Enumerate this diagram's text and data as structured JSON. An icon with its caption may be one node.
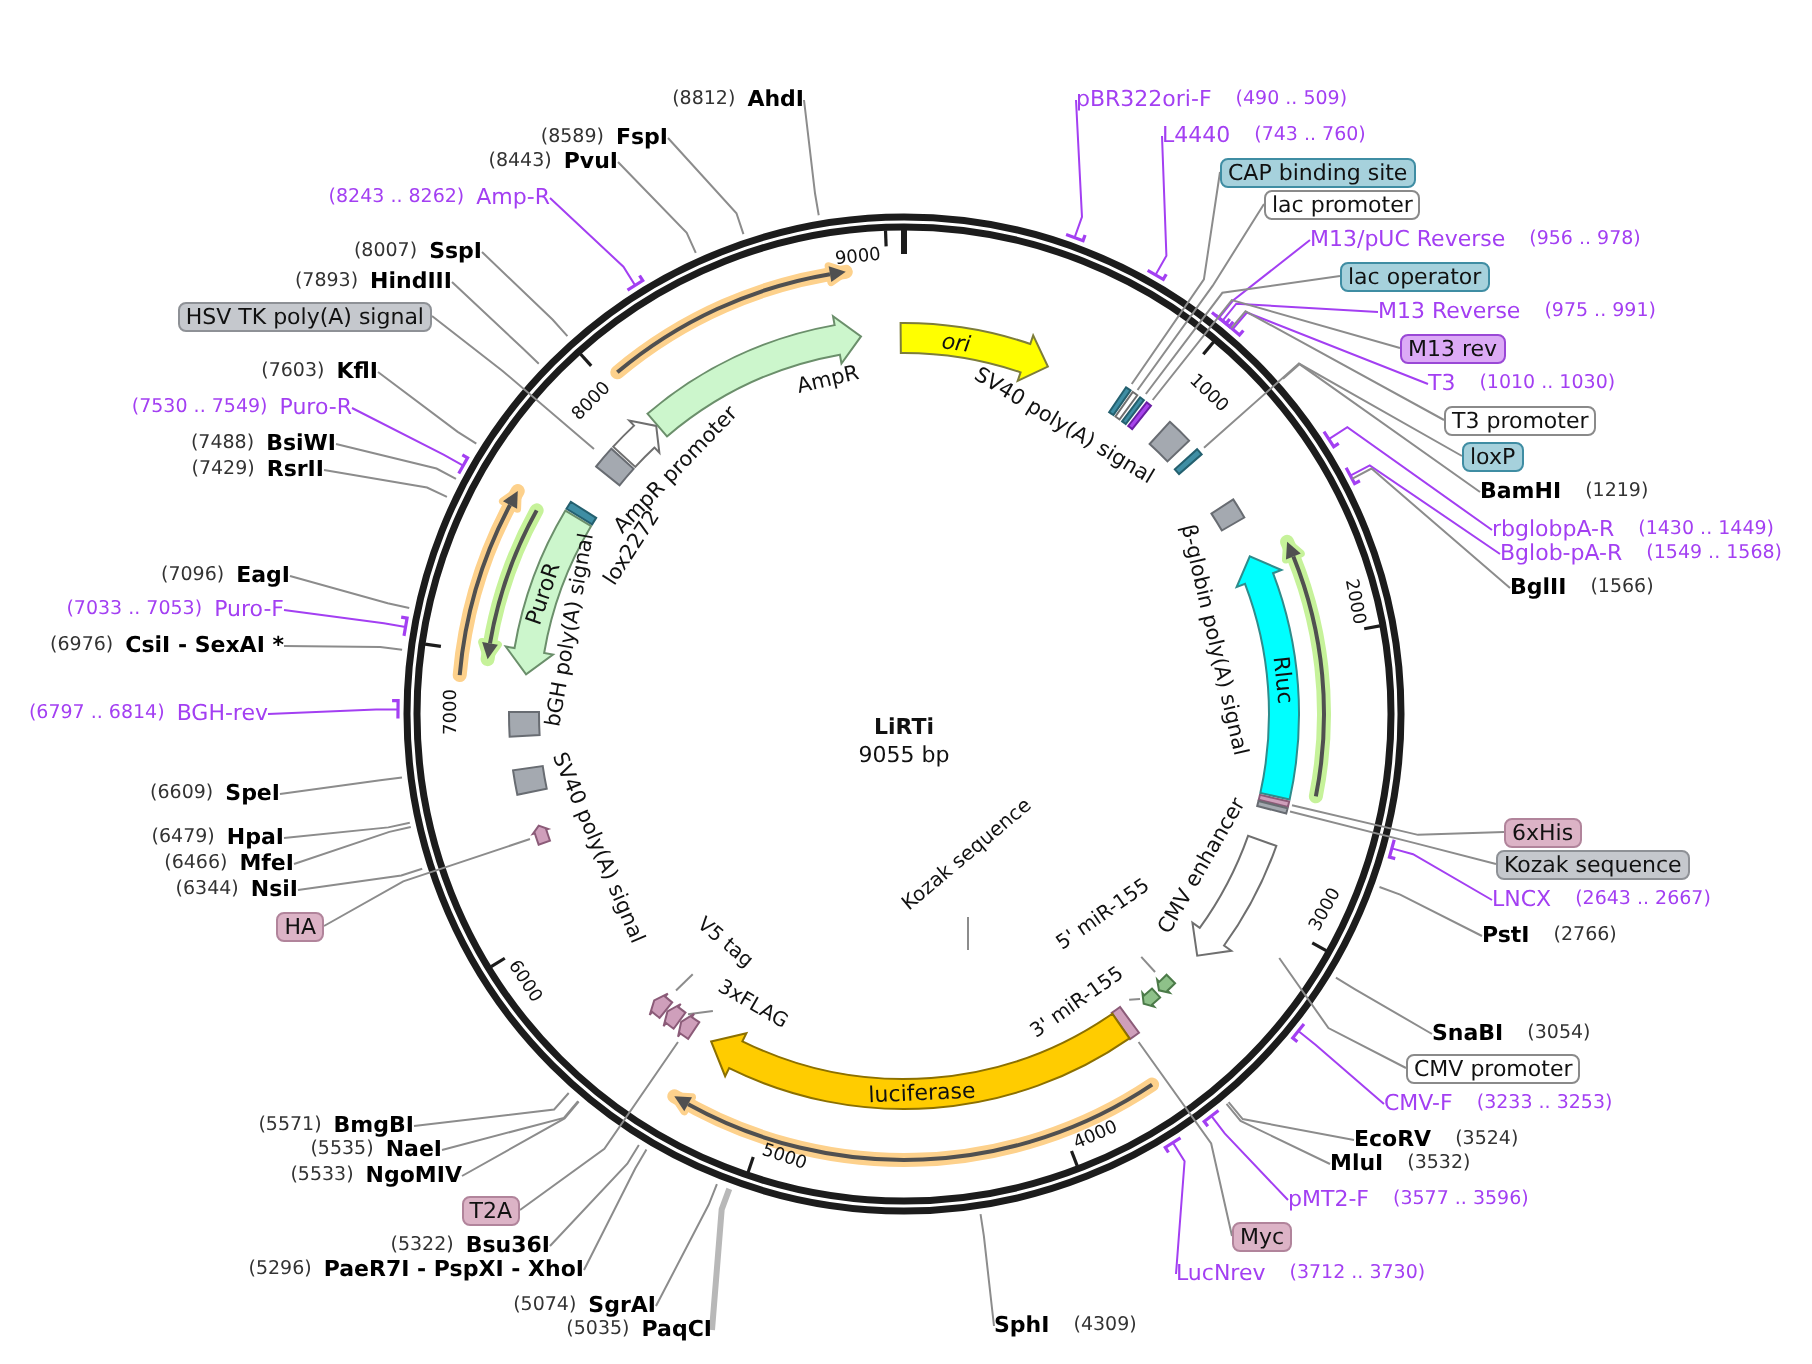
{
  "diagram": {
    "title": "LiRTi",
    "nodes": [
      {
        "text": [
          "pBR322ori-F",
          "(490 .. 509)"
        ]
      },
      {
        "text": [
          "L4440",
          "(743 .. 760)"
        ]
      },
      {
        "text": [
          "CAP binding site"
        ]
      },
      {
        "text": [
          "lac promoter"
        ]
      },
      {
        "text": [
          "M13/pUC Reverse",
          "(956 .. 978)"
        ]
      },
      {
        "text": [
          "lac operator"
        ]
      },
      {
        "text": [
          "M13 Reverse",
          "(975 .. 991)"
        ]
      },
      {
        "text": [
          "M13 rev"
        ]
      },
      {
        "text": [
          "T3",
          "(1010 .. 1030)"
        ]
      },
      {
        "text": [
          "T3 promoter"
        ]
      },
      {
        "text": [
          "loxP"
        ]
      },
      {
        "text": [
          "BamHI",
          "(1219)"
        ]
      },
      {
        "text": [
          "rbglobpA-R",
          "(1430 .. 1449)"
        ]
      },
      {
        "text": [
          "Bglob-pA-R",
          "(1549 .. 1568)"
        ]
      },
      {
        "text": [
          "BglII",
          "(1566)"
        ]
      },
      {
        "text": [
          "6xHis"
        ]
      },
      {
        "text": [
          "Kozak sequence"
        ]
      },
      {
        "text": [
          "LNCX",
          "(2643 .. 2667)"
        ]
      },
      {
        "text": [
          "PstI",
          "(2766)"
        ]
      },
      {
        "text": [
          "SnaBI",
          "(3054)"
        ]
      },
      {
        "text": [
          "CMV promoter"
        ]
      },
      {
        "text": [
          "CMV-F",
          "(3233 .. 3253)"
        ]
      },
      {
        "text": [
          "EcoRV",
          "(3524)"
        ]
      },
      {
        "text": [
          "MluI",
          "(3532)"
        ]
      },
      {
        "text": [
          "pMT2-F",
          "(3577 .. 3596)"
        ]
      },
      {
        "text": [
          "Myc"
        ]
      },
      {
        "text": [
          "LucNrev",
          "(3712 .. 3730)"
        ]
      },
      {
        "text": [
          "SphI",
          "(4309)"
        ]
      },
      {
        "text": [
          "(5035)",
          "PaqCI"
        ]
      },
      {
        "text": [
          "(5074)",
          "SgrAI"
        ]
      },
      {
        "text": [
          "(5296)",
          "PaeR7I - PspXI - XhoI"
        ]
      },
      {
        "text": [
          "(5322)",
          "Bsu36I"
        ]
      },
      {
        "text": [
          "T2A"
        ]
      },
      {
        "text": [
          "(5533)",
          "NgoMIV"
        ]
      },
      {
        "text": [
          "(5535)",
          "NaeI"
        ]
      },
      {
        "text": [
          "(5571)",
          "BmgBI"
        ]
      },
      {
        "text": [
          "HA"
        ]
      },
      {
        "text": [
          "(6344)",
          "NsiI"
        ]
      },
      {
        "text": [
          "(6466)",
          "MfeI"
        ]
      },
      {
        "text": [
          "(6479)",
          "HpaI"
        ]
      },
      {
        "text": [
          "(6609)",
          "SpeI"
        ]
      },
      {
        "text": [
          "(6797 .. 6814)",
          "BGH-rev"
        ]
      },
      {
        "text": [
          "(6976)",
          "CsiI - SexAI *"
        ]
      },
      {
        "text": [
          "(7033 .. 7053)",
          "Puro-F"
        ]
      },
      {
        "text": [
          "(7096)",
          "EagI"
        ]
      },
      {
        "text": [
          "(7429)",
          "RsrII"
        ]
      },
      {
        "text": [
          "(7488)",
          "BsiWI"
        ]
      },
      {
        "text": [
          "(7530 .. 7549)",
          "Puro-R"
        ]
      },
      {
        "text": [
          "(7603)",
          "KflI"
        ]
      },
      {
        "text": [
          "HSV TK poly(A) signal"
        ]
      },
      {
        "text": [
          "(7893)",
          "HindIII"
        ]
      },
      {
        "text": [
          "(8007)",
          "SspI"
        ]
      },
      {
        "text": [
          "(8243 .. 8262)",
          "Amp-R"
        ]
      },
      {
        "text": [
          "(8443)",
          "PvuI"
        ]
      },
      {
        "text": [
          "(8589)",
          "FspI"
        ]
      },
      {
        "text": [
          "(8812)",
          "AhdI"
        ]
      },
      {
        "text": [
          "ori"
        ]
      },
      {
        "text": [],
        "shape": "bar"
      },
      {
        "text": [],
        "shape": "bar"
      },
      {
        "text": [],
        "shape": "bar"
      },
      {
        "text": [],
        "shape": "bar"
      },
      {
        "text": [],
        "shape": "box",
        "beside": [
          "SV40 poly(A) signal"
        ]
      },
      {
        "text": [],
        "shape": "bar"
      },
      {
        "text": [],
        "shape": "box",
        "beside": [
          "β-globin poly(A) signal"
        ]
      },
      {
        "text": [
          "Rluc"
        ]
      },
      {
        "text": [],
        "shape": "bar"
      },
      {
        "text": [],
        "shape": "bar"
      },
      {
        "text": [],
        "shape": "arrow",
        "beside": [
          "CMV enhancer"
        ]
      },
      {
        "text": [],
        "shape": "arrow"
      },
      {
        "text": [],
        "shape": "arrow"
      },
      {
        "text": [],
        "shape": "bar"
      },
      {
        "text": [
          "luciferase"
        ]
      },
      {
        "text": [],
        "shape": "arrow"
      },
      {
        "text": [],
        "shape": "arrow"
      },
      {
        "text": [],
        "shape": "arrow"
      },
      {
        "text": [],
        "shape": "arrow"
      },
      {
        "text": [],
        "shape": "box",
        "beside": [
          "SV40 poly(A) signal"
        ]
      },
      {
        "text": [],
        "shape": "box",
        "beside": [
          "bGH poly(A) signal"
        ]
      },
      {
        "text": [
          "PuroR"
        ]
      },
      {
        "text": [],
        "shape": "bar",
        "beside": [
          "lox2272"
        ]
      },
      {
        "text": [],
        "shape": "box"
      },
      {
        "text": [],
        "shape": "arrow",
        "beside": [
          "AmpR promoter"
        ]
      },
      {
        "text": [],
        "shape": "arrow",
        "beside": [
          "AmpR"
        ]
      },
      {
        "text": [
          "Kozak sequence"
        ]
      },
      {
        "text": [
          "5' miR-155"
        ]
      },
      {
        "text": [
          "3' miR-155"
        ]
      },
      {
        "text": [
          "3xFLAG"
        ]
      },
      {
        "text": [
          "V5 tag"
        ]
      }
    ],
    "edges": [
      {
        "from": 0,
        "to": null,
        "arrow": "other",
        "color": "#a33ff2"
      },
      {
        "from": 1,
        "to": null,
        "arrow": "other",
        "color": "#a33ff2"
      },
      {
        "from": 2,
        "to": 57,
        "arrow": "none"
      },
      {
        "from": 3,
        "to": 58,
        "arrow": "none"
      },
      {
        "from": 4,
        "to": null,
        "arrow": "other",
        "color": "#a33ff2"
      },
      {
        "from": 5,
        "to": 59,
        "arrow": "none"
      },
      {
        "from": 6,
        "to": null,
        "arrow": "other",
        "color": "#a33ff2"
      },
      {
        "from": 7,
        "to": 60,
        "arrow": "none"
      },
      {
        "from": 8,
        "to": null,
        "arrow": "other",
        "color": "#a33ff2"
      },
      {
        "from": 9,
        "to": null,
        "arrow": "none"
      },
      {
        "from": 10,
        "to": 62,
        "arrow": "none"
      },
      {
        "from": 11,
        "to": null,
        "arrow": "none"
      },
      {
        "from": 12,
        "to": null,
        "arrow": "other",
        "color": "#a33ff2"
      },
      {
        "from": 13,
        "to": null,
        "arrow": "other",
        "color": "#a33ff2"
      },
      {
        "from": 14,
        "to": null,
        "arrow": "none"
      },
      {
        "from": 15,
        "to": 65,
        "arrow": "none"
      },
      {
        "from": 16,
        "to": 66,
        "arrow": "none"
      },
      {
        "from": 17,
        "to": null,
        "arrow": "other",
        "color": "#a33ff2"
      },
      {
        "from": 18,
        "to": null,
        "arrow": "none"
      },
      {
        "from": 19,
        "to": null,
        "arrow": "none"
      },
      {
        "from": 20,
        "to": 67,
        "arrow": "none"
      },
      {
        "from": 21,
        "to": null,
        "arrow": "other",
        "color": "#a33ff2"
      },
      {
        "from": 22,
        "to": null,
        "arrow": "none"
      },
      {
        "from": 23,
        "to": null,
        "arrow": "none"
      },
      {
        "from": 24,
        "to": null,
        "arrow": "other",
        "color": "#a33ff2"
      },
      {
        "from": 25,
        "to": 70,
        "arrow": "none"
      },
      {
        "from": 26,
        "to": null,
        "arrow": "other",
        "color": "#a33ff2"
      },
      {
        "from": 27,
        "to": null,
        "arrow": "none"
      },
      {
        "from": 28,
        "to": null,
        "arrow": "none",
        "style": "thick",
        "color": "#b8b8b8"
      },
      {
        "from": 29,
        "to": null,
        "arrow": "none"
      },
      {
        "from": 30,
        "to": null,
        "arrow": "none"
      },
      {
        "from": 31,
        "to": null,
        "arrow": "none"
      },
      {
        "from": 32,
        "to": 72,
        "arrow": "none"
      },
      {
        "from": 33,
        "to": null,
        "arrow": "none"
      },
      {
        "from": 34,
        "to": null,
        "arrow": "none"
      },
      {
        "from": 35,
        "to": null,
        "arrow": "none"
      },
      {
        "from": 36,
        "to": 75,
        "arrow": "none"
      },
      {
        "from": 37,
        "to": null,
        "arrow": "none"
      },
      {
        "from": 38,
        "to": null,
        "arrow": "none"
      },
      {
        "from": 39,
        "to": null,
        "arrow": "none"
      },
      {
        "from": 40,
        "to": null,
        "arrow": "none"
      },
      {
        "from": 41,
        "to": null,
        "arrow": "other",
        "color": "#a33ff2"
      },
      {
        "from": 42,
        "to": null,
        "arrow": "none"
      },
      {
        "from": 43,
        "to": null,
        "arrow": "other",
        "color": "#a33ff2"
      },
      {
        "from": 44,
        "to": null,
        "arrow": "none"
      },
      {
        "from": 45,
        "to": null,
        "arrow": "none"
      },
      {
        "from": 46,
        "to": null,
        "arrow": "none"
      },
      {
        "from": 47,
        "to": null,
        "arrow": "other",
        "color": "#a33ff2"
      },
      {
        "from": 48,
        "to": null,
        "arrow": "none"
      },
      {
        "from": 49,
        "to": 80,
        "arrow": "none"
      },
      {
        "from": 50,
        "to": null,
        "arrow": "none"
      },
      {
        "from": 51,
        "to": null,
        "arrow": "none"
      },
      {
        "from": 52,
        "to": null,
        "arrow": "other",
        "color": "#a33ff2"
      },
      {
        "from": 53,
        "to": null,
        "arrow": "none"
      },
      {
        "from": 54,
        "to": null,
        "arrow": "none"
      },
      {
        "from": 55,
        "to": null,
        "arrow": "none"
      },
      {
        "from": 83,
        "to": null,
        "arrow": "none"
      },
      {
        "from": 84,
        "to": 68,
        "arrow": "none"
      },
      {
        "from": 85,
        "to": 69,
        "arrow": "none"
      },
      {
        "from": 86,
        "to": 73,
        "arrow": "none"
      },
      {
        "from": 87,
        "to": 74,
        "arrow": "none"
      }
    ],
    "labels": [
      "9055 bp",
      "1000",
      "2000",
      "3000",
      "4000",
      "5000",
      "6000",
      "7000",
      "8000",
      "9000"
    ]
  }
}
